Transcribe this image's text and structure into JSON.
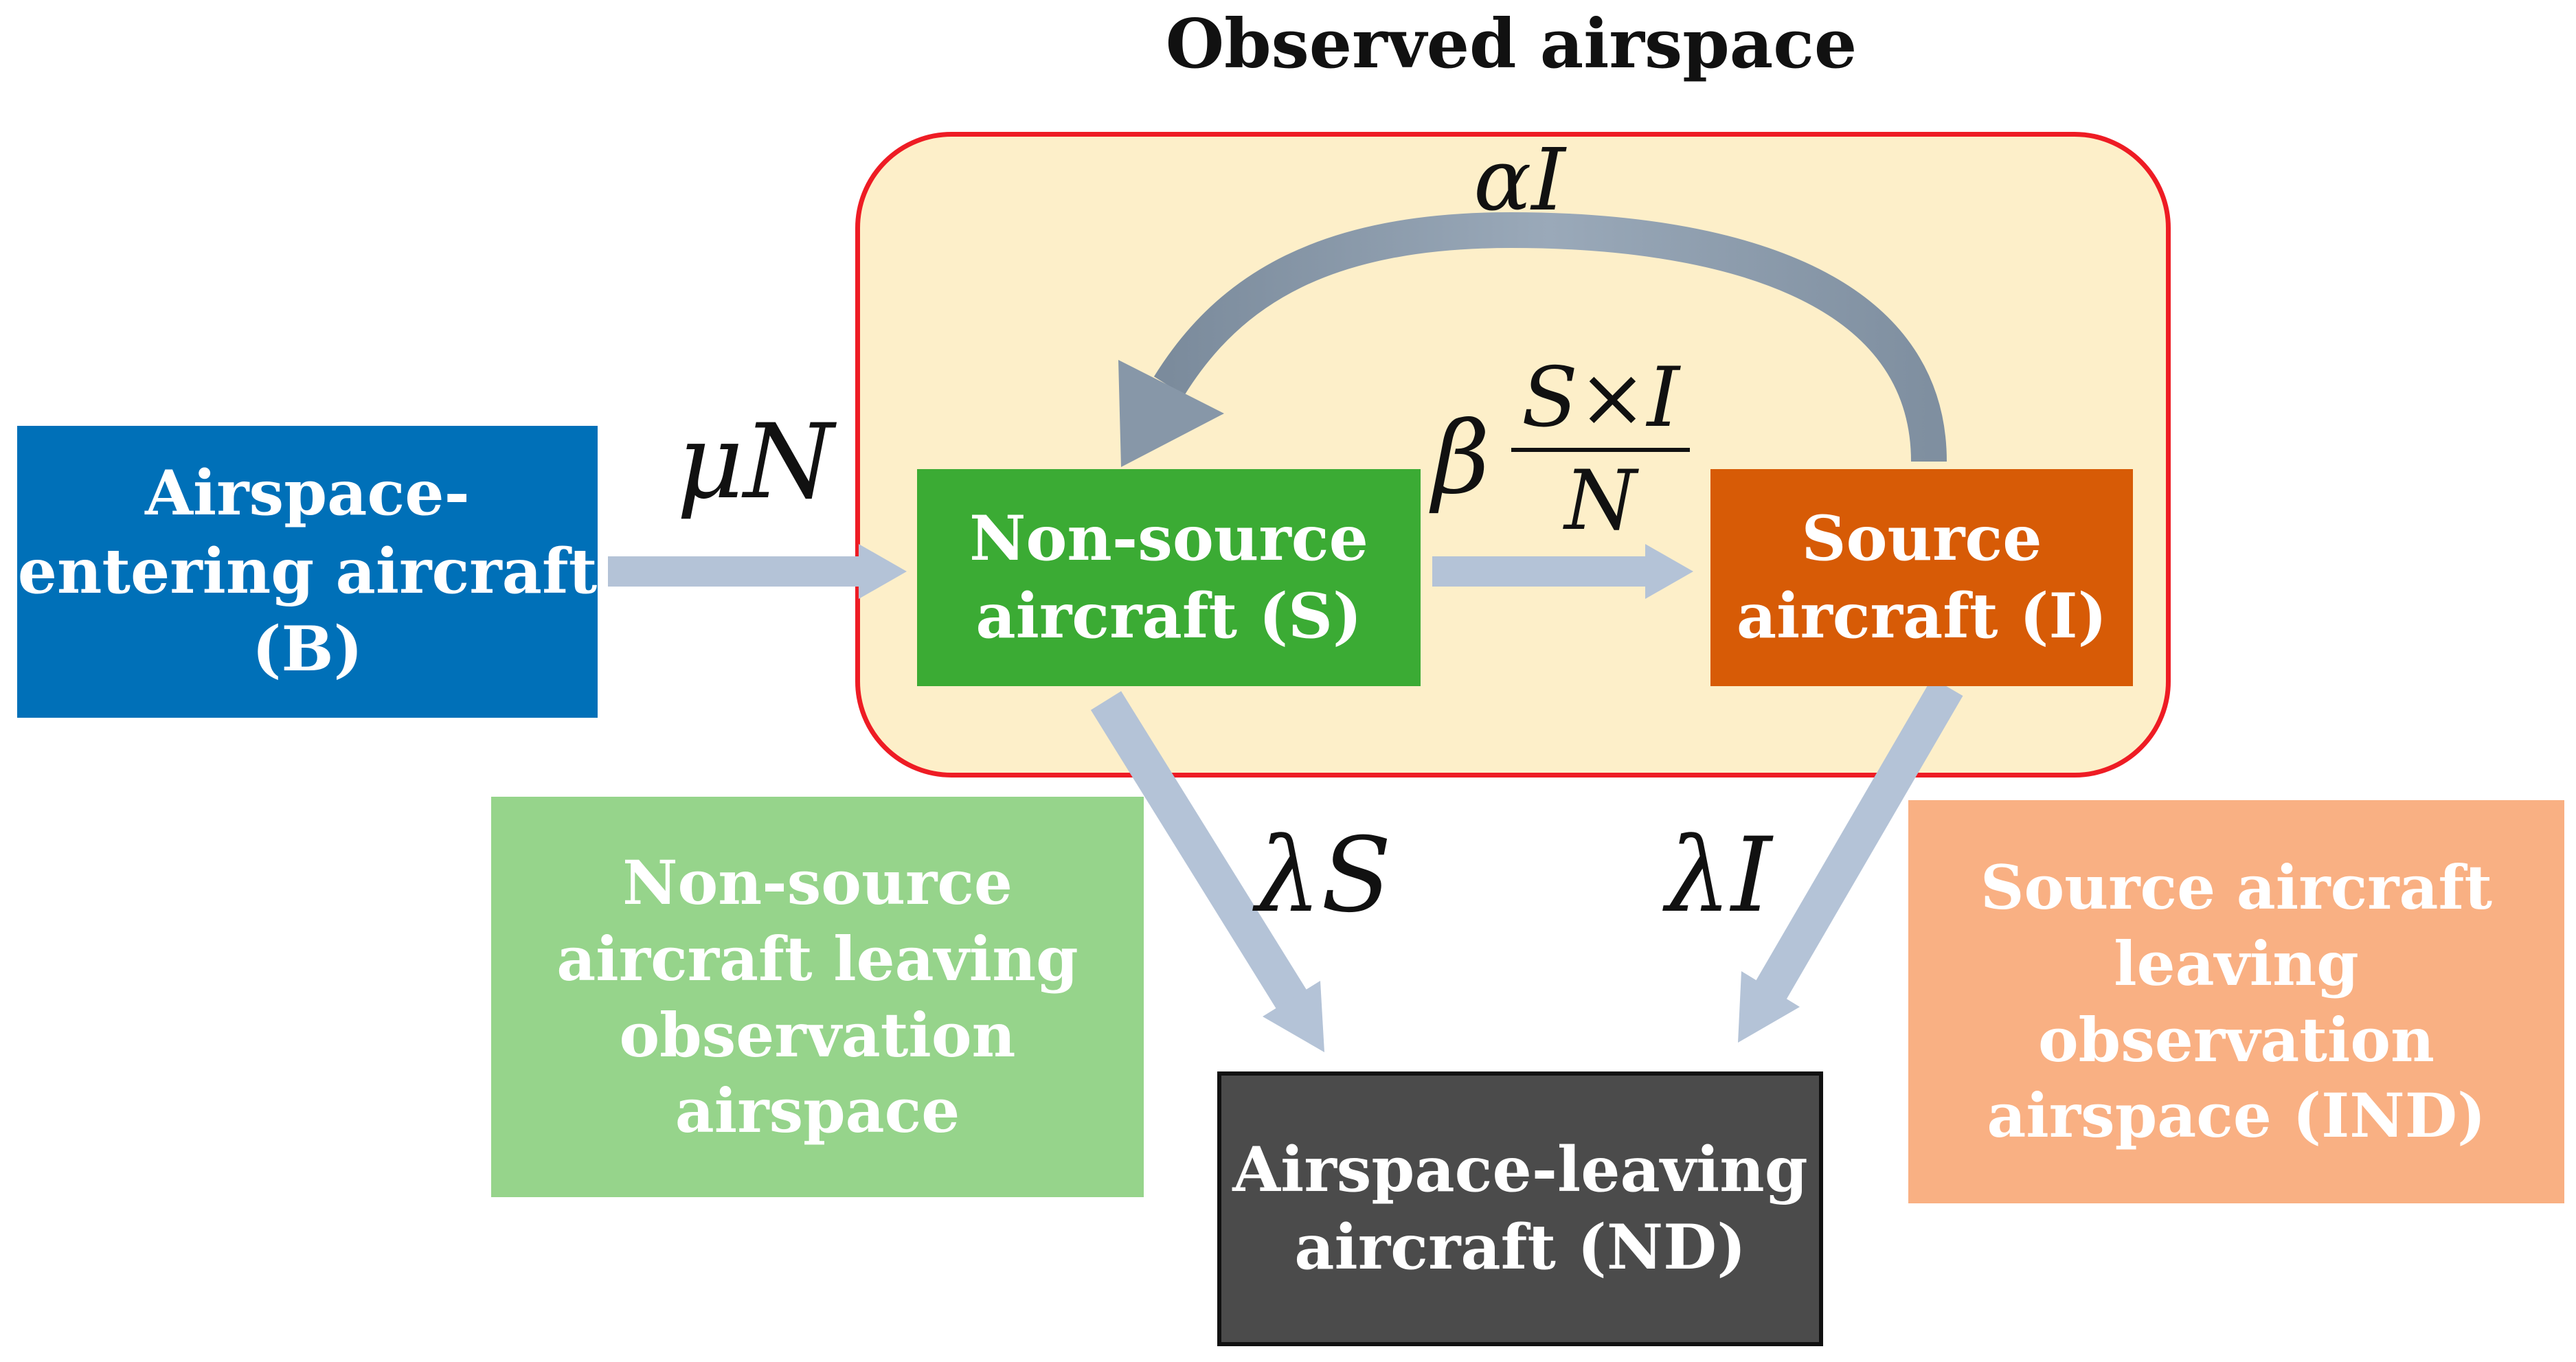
{
  "title": "Observed airspace",
  "boxes": {
    "entering": {
      "line1": "Airspace-",
      "line2": "entering aircraft",
      "line3": "(B)",
      "color": "#0070b8"
    },
    "nonsource": {
      "line1": "Non-source",
      "line2": "aircraft (S)",
      "color": "#3bab34"
    },
    "source": {
      "line1": "Source",
      "line2": "aircraft (I)",
      "color": "#d75b06"
    },
    "nonsource_leaving": {
      "line1": "Non-source",
      "line2": "aircraft leaving",
      "line3": "observation",
      "line4": "airspace",
      "color": "#96d48b"
    },
    "source_leaving": {
      "line1": "Source aircraft",
      "line2": "leaving",
      "line3": "observation",
      "line4": "airspace (IND)",
      "color": "#f9b083"
    },
    "leaving": {
      "line1": "Airspace-leaving",
      "line2": "aircraft (ND)",
      "color": "#4b4b4b"
    }
  },
  "rates": {
    "entry": "μN",
    "recovery": "αI",
    "infection_coefficient": "β",
    "infection_numerator": "S×I",
    "infection_denominator": "N",
    "exit_nonsource": "λS",
    "exit_source": "λI"
  },
  "colors": {
    "airspace_fill": "#fdefc9",
    "airspace_border": "#ee1c24",
    "arrow_light": "#b4c3d7",
    "arrow_dark": "#8797a8"
  }
}
